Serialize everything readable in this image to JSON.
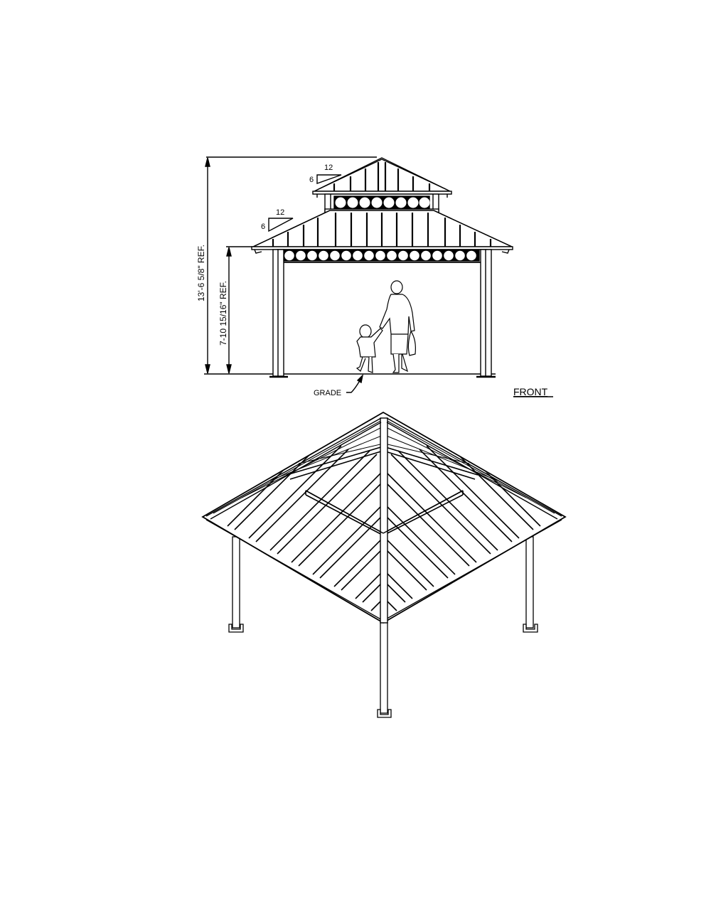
{
  "sheet": {
    "background": "#ffffff",
    "line_color": "#000000"
  },
  "front_elevation": {
    "view_label": "FRONT",
    "overall_height": "13'-6  5/8\" REF.",
    "eave_height": "7-10  15/16\" REF.",
    "grade_label": "GRADE",
    "upper_pitch": {
      "rise": "6",
      "run": "12"
    },
    "lower_pitch": {
      "rise": "6",
      "run": "12"
    },
    "upper_frieze_circles": 8,
    "lower_frieze_circles": 17,
    "figures": [
      "adult",
      "child"
    ]
  },
  "perspective_view": {
    "description": "Double-roof hip gazebo, isometric view",
    "posts_visible": 3
  }
}
